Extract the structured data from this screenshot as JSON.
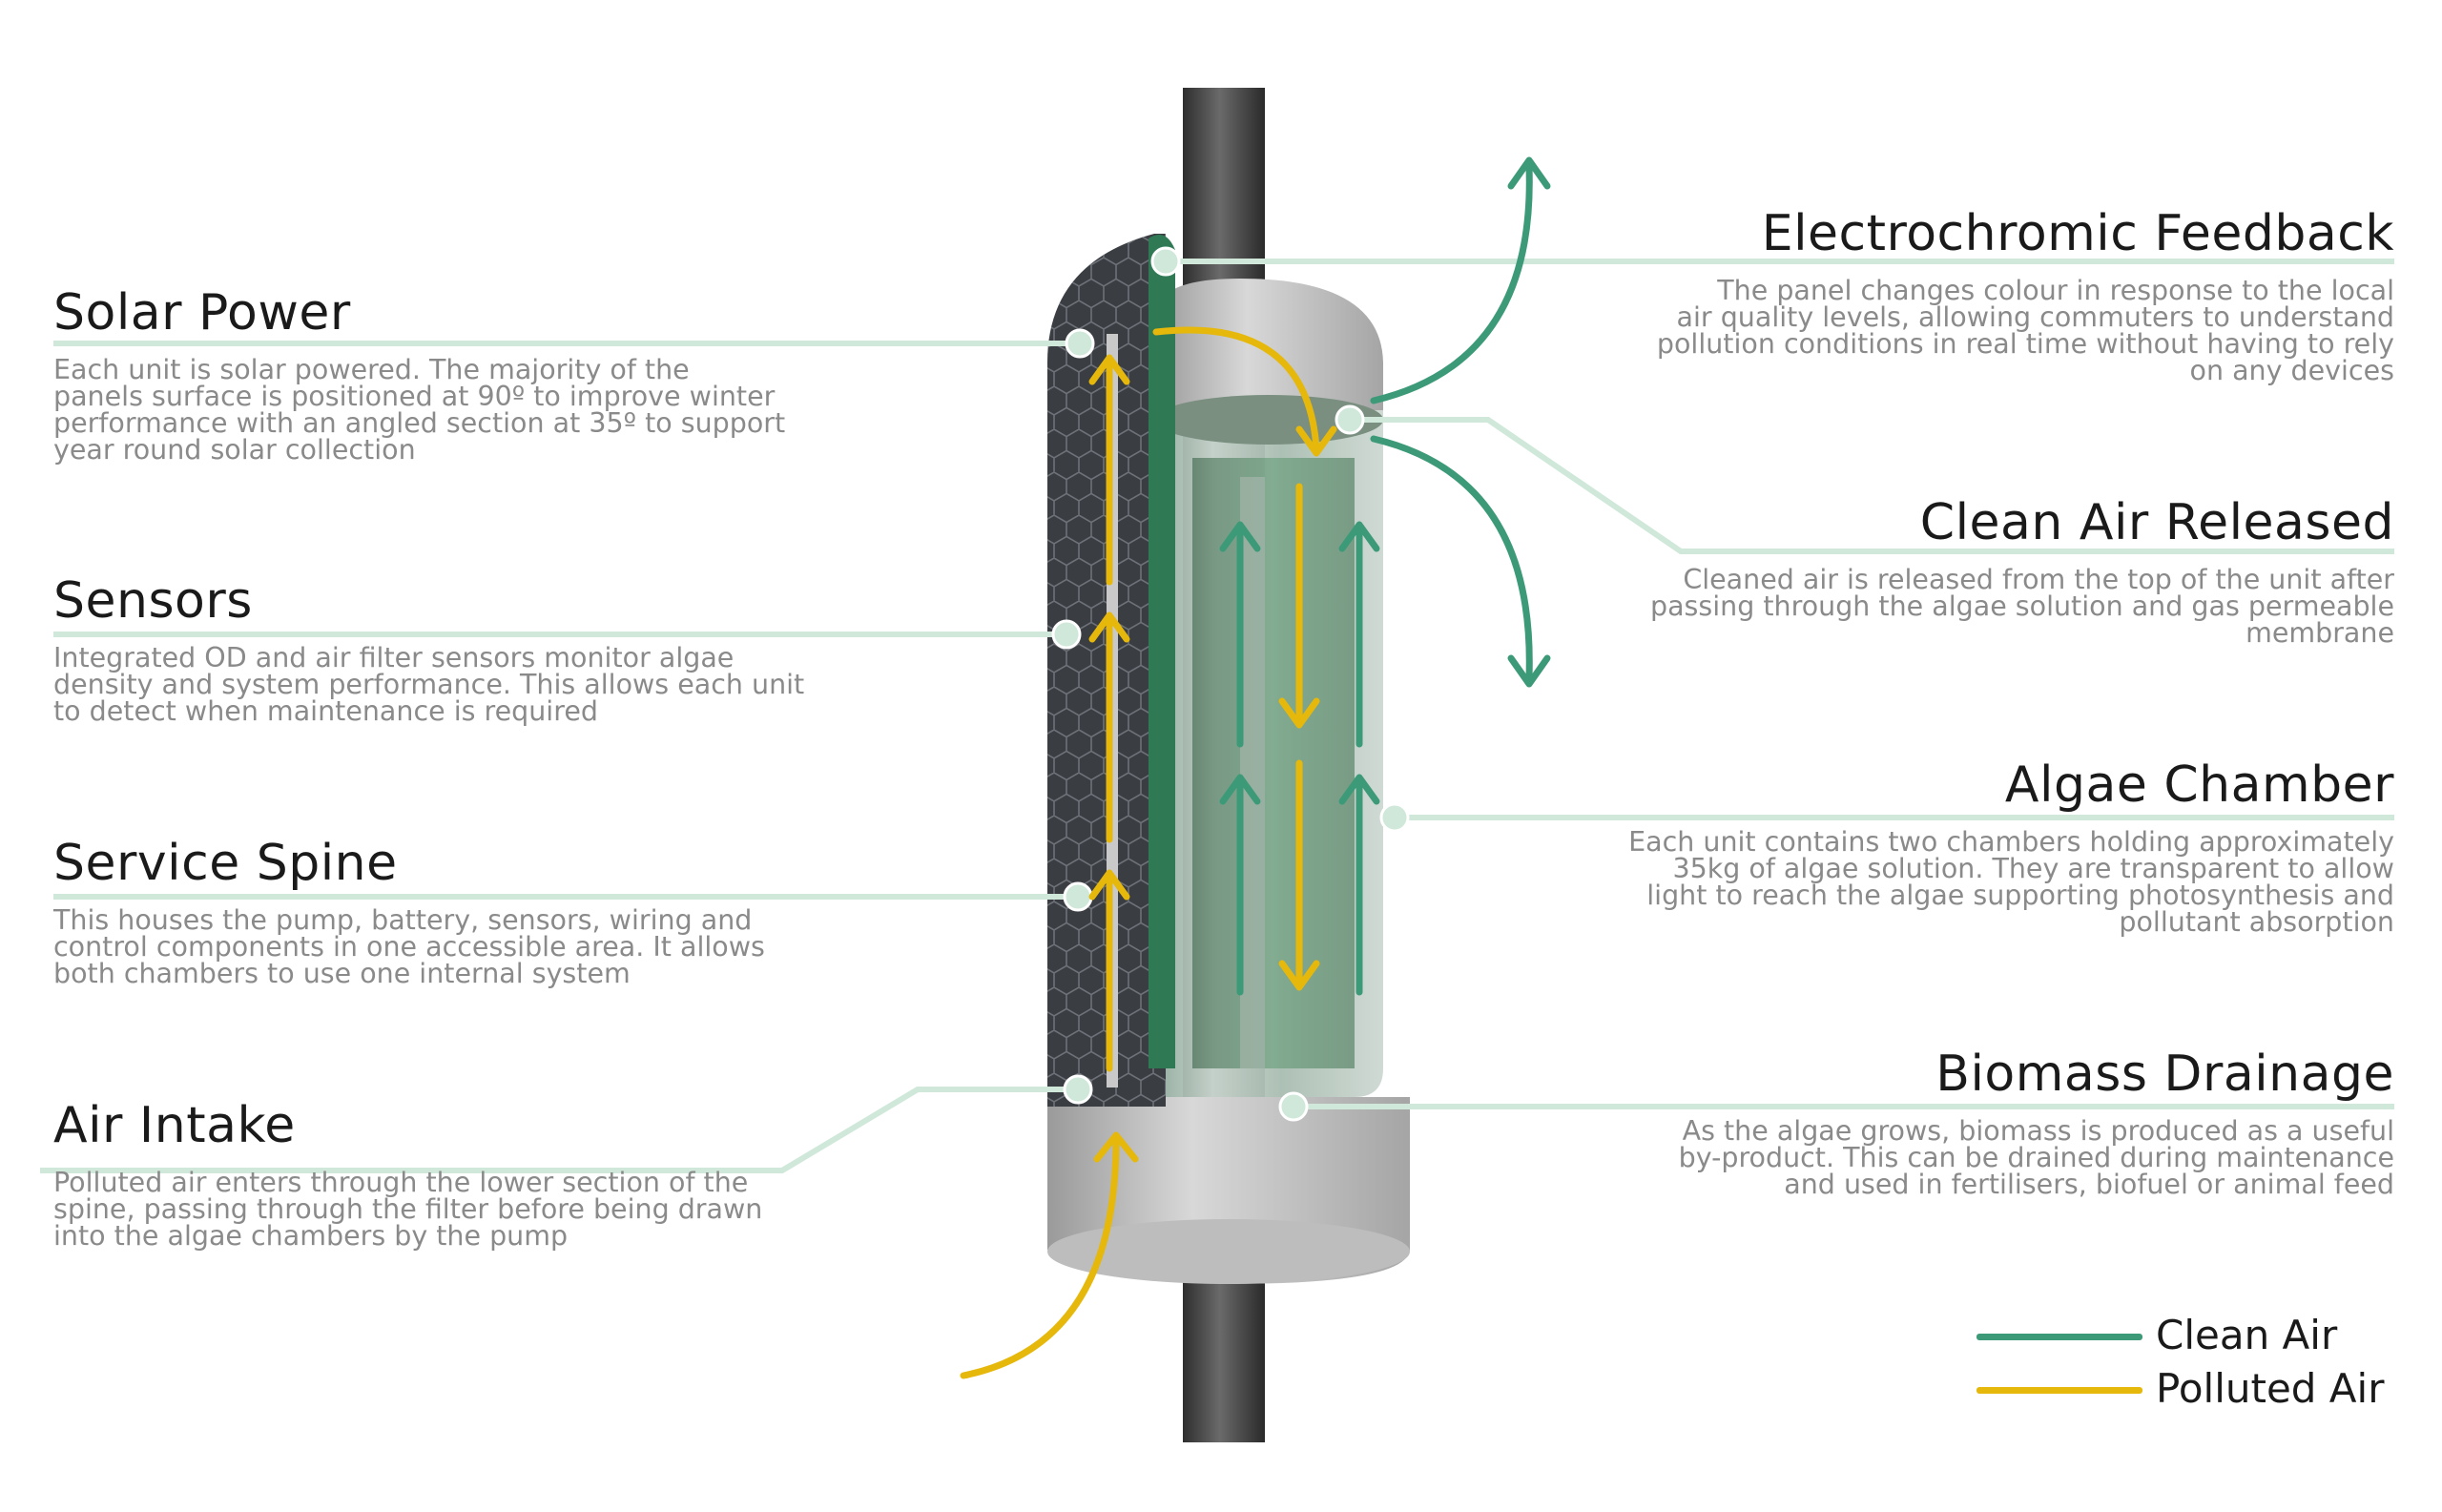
{
  "labels": {
    "solar": {
      "title": "Solar Power",
      "desc": "Each unit is solar powered. The majority of the\npanels surface is positioned at 90º to improve winter\nperformance with an angled section at 35º to support\nyear round solar collection"
    },
    "sensors": {
      "title": "Sensors",
      "desc": "Integrated OD and air filter sensors monitor algae\ndensity and system performance. This allows each unit\nto detect when maintenance is required"
    },
    "spine": {
      "title": "Service Spine",
      "desc": "This houses the pump, battery, sensors, wiring and\ncontrol components in one accessible area. It allows\nboth chambers to use one internal system"
    },
    "intake": {
      "title": "Air Intake",
      "desc": "Polluted air enters through the lower section of the\nspine, passing through the filter before being drawn\ninto the algae chambers by the pump"
    },
    "electro": {
      "title": "Electrochromic Feedback",
      "desc": "The panel changes colour in response to the local\nair quality levels, allowing commuters to understand\npollution conditions in real time without having to rely\non any devices"
    },
    "clean": {
      "title": "Clean Air Released",
      "desc": "Cleaned air is released from the top of the unit after\npassing through the algae solution and gas permeable\nmembrane"
    },
    "algae": {
      "title": "Algae Chamber",
      "desc": "Each unit contains two chambers holding approximately\n35kg of algae solution. They are  transparent to allow\nlight to reach the algae supporting photosynthesis and\npollutant absorption"
    },
    "biomass": {
      "title": "Biomass Drainage",
      "desc": "As the algae grows, biomass is produced as a useful\nby-product. This can be drained during maintenance\nand used in fertilisers, biofuel or animal feed"
    }
  },
  "legend": {
    "clean": {
      "label": "Clean Air",
      "color": "#3d9a78"
    },
    "polluted": {
      "label": "Polluted Air",
      "color": "#e5b80b"
    }
  },
  "colors": {
    "leader_line": "#cfe8da",
    "dot": "#cfe8da",
    "pole": "#4a4a4a",
    "solar_panel": "#3a3d42",
    "algae_green": "#3f8a5a"
  }
}
